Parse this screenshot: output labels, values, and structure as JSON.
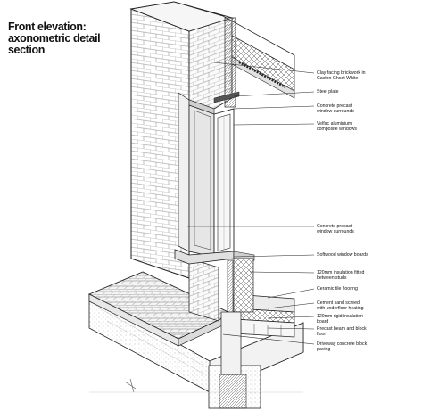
{
  "title": {
    "lines": [
      "Front elevation:",
      "axonometric detail",
      "section"
    ]
  },
  "callouts": [
    {
      "lines": [
        "Clay facing brickwork in",
        "Caxton Ghost White"
      ]
    },
    {
      "lines": [
        "Steel plate"
      ]
    },
    {
      "lines": [
        "Concrete precast",
        "window surrounds"
      ]
    },
    {
      "lines": [
        "Velfac aluminium",
        "composite windows"
      ]
    },
    {
      "lines": [
        "Concrete precast",
        "window surrounds"
      ]
    },
    {
      "lines": [
        "Softwood window boards"
      ]
    },
    {
      "lines": [
        "120mm insulation fitted",
        "between studs"
      ]
    },
    {
      "lines": [
        "Ceramic tile flooring"
      ]
    },
    {
      "lines": [
        "Cement sand screed",
        "with underfloor heating"
      ]
    },
    {
      "lines": [
        "120mm rigid insulation",
        "board"
      ]
    },
    {
      "lines": [
        "Precast beam and block",
        "floor"
      ]
    },
    {
      "lines": [
        "Driveway concrete block",
        "paving"
      ]
    }
  ],
  "colors": {
    "ink": "#111111",
    "brick_face": "#ffffff",
    "precast": "#e6e6e6",
    "insulation_hatch": "#444444",
    "ground_stipple": "#bdbdbd"
  }
}
